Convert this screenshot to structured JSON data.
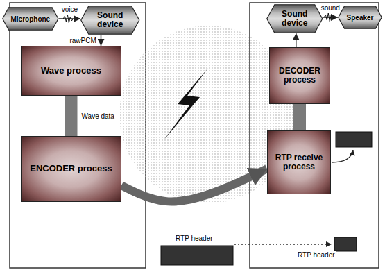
{
  "diagram": {
    "nodes": [
      {
        "text": [
          "Microphone"
        ]
      },
      {
        "text": [
          "Sound device"
        ]
      },
      {
        "text": [
          "Wave process"
        ]
      },
      {
        "text": [
          "ENCODER process"
        ]
      },
      {
        "text": [
          "Sound device"
        ]
      },
      {
        "text": [
          "Speaker"
        ]
      },
      {
        "text": [
          "DECODER process"
        ]
      },
      {
        "text": [
          "RTP receive process"
        ]
      }
    ],
    "edges": [
      {
        "from": 0,
        "to": 1,
        "arrow": "to",
        "label": "voice"
      },
      {
        "from": 1,
        "to": 2,
        "arrow": "to",
        "label": "rawPCM"
      },
      {
        "from": 2,
        "to": 3,
        "arrow": "none",
        "label": "Wave data"
      },
      {
        "from": 3,
        "to": 7,
        "arrow": "to"
      },
      {
        "from": 7,
        "to": 6,
        "arrow": "none"
      },
      {
        "from": 6,
        "to": 4,
        "arrow": "to"
      },
      {
        "from": 4,
        "to": 5,
        "arrow": "to",
        "label": "sound"
      }
    ],
    "labels": [
      "RTP header",
      "RTP header"
    ]
  }
}
